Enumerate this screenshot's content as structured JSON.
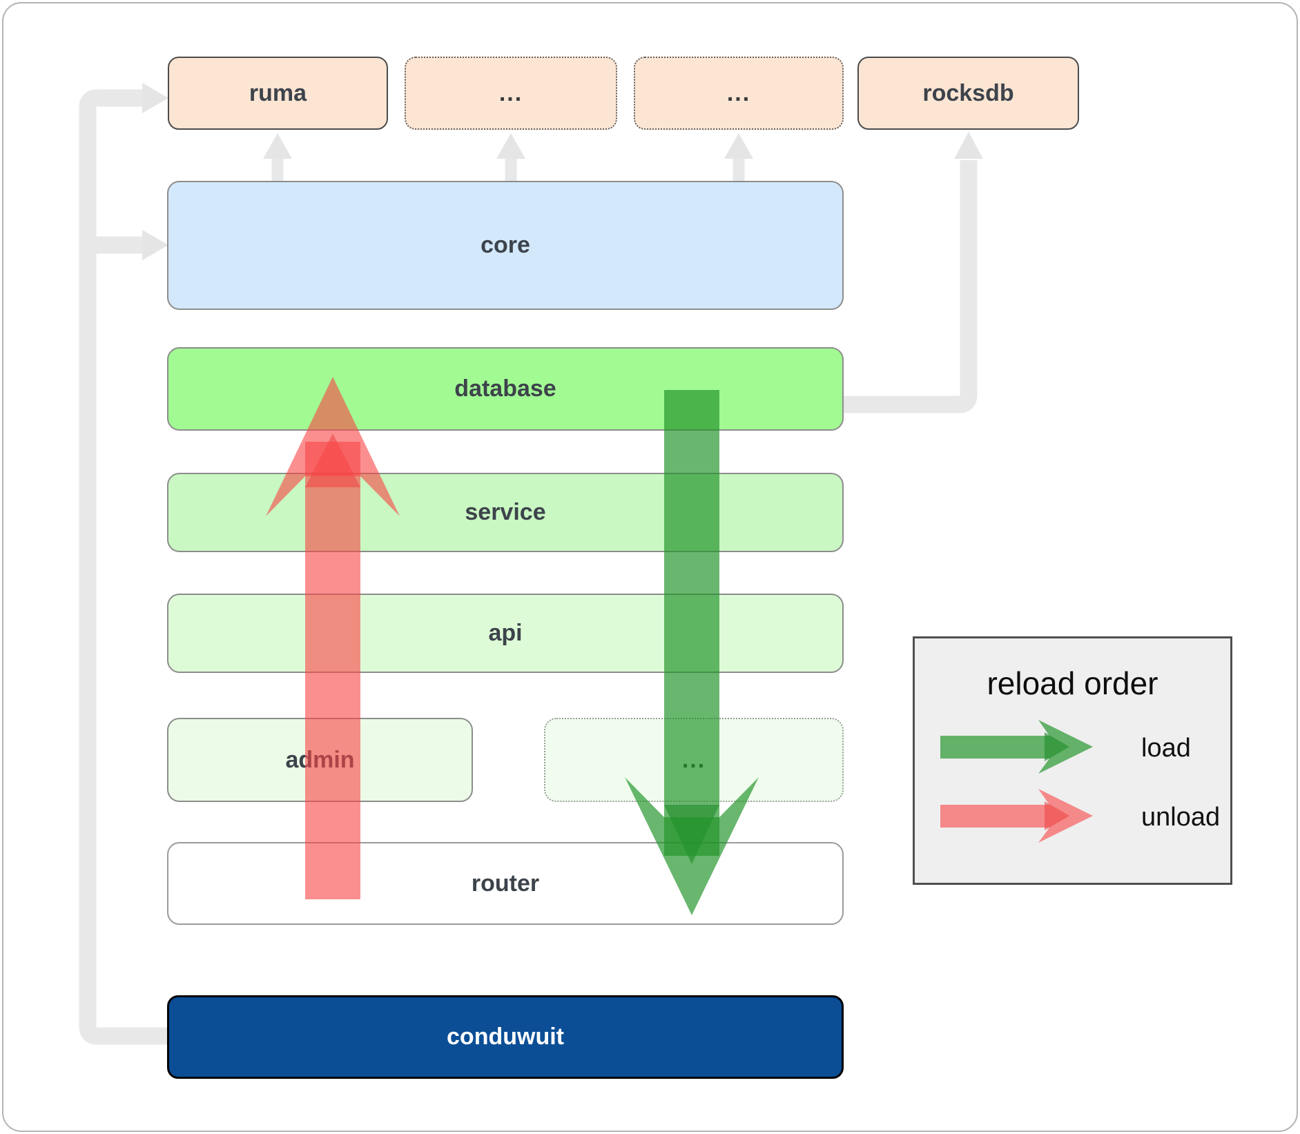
{
  "boxes": {
    "ruma": "ruma",
    "dots1": "...",
    "dots2": "...",
    "rocksdb": "rocksdb",
    "core": "core",
    "database": "database",
    "service": "service",
    "api": "api",
    "admin": "admin",
    "dots3": "...",
    "router": "router",
    "conduwuit": "conduwuit"
  },
  "legend": {
    "title": "reload order",
    "load_label": "load",
    "unload_label": "unload"
  },
  "colors": {
    "external_box": "#fce5d3",
    "core_box": "#d3e8fb",
    "database_box": "#a2fa93",
    "service_box": "#c9f8c2",
    "api_box": "#defbd8",
    "admin_box": "#ebfbe7",
    "router_box": "#ffffff",
    "conduwuit_box": "#0b4e96",
    "load_arrow": "#229429",
    "unload_arrow": "#f84444",
    "connector": "#e8e8e8",
    "legend_bg": "#efefef"
  }
}
